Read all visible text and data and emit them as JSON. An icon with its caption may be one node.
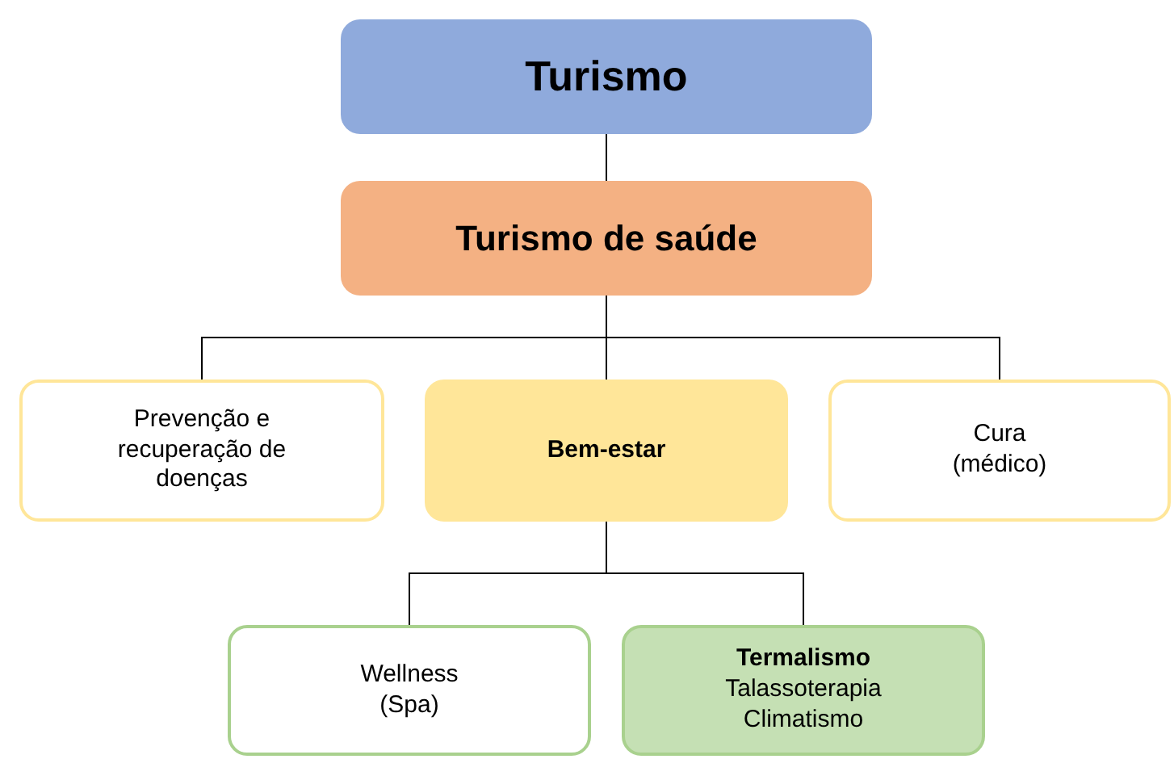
{
  "diagram": {
    "nodes": [
      {
        "text": [
          "Turismo"
        ]
      },
      {
        "text": [
          "Turismo de saúde"
        ]
      },
      {
        "text": [
          "Prevenção e recuperação de doenças"
        ]
      },
      {
        "text": [
          "Bem-estar"
        ]
      },
      {
        "text": [
          "Cura (médico)"
        ]
      },
      {
        "text": [
          "Wellness (Spa)"
        ]
      },
      {
        "text": [
          "Termalismo",
          "Talassoterapia",
          "Climatismo"
        ]
      }
    ],
    "edges": [
      {
        "from": 0,
        "to": 1,
        "arrow": "none"
      },
      {
        "from": 1,
        "to": 2,
        "arrow": "none"
      },
      {
        "from": 1,
        "to": 3,
        "arrow": "none"
      },
      {
        "from": 1,
        "to": 4,
        "arrow": "none"
      },
      {
        "from": 3,
        "to": 5,
        "arrow": "none"
      },
      {
        "from": 3,
        "to": 6,
        "arrow": "none"
      }
    ]
  }
}
